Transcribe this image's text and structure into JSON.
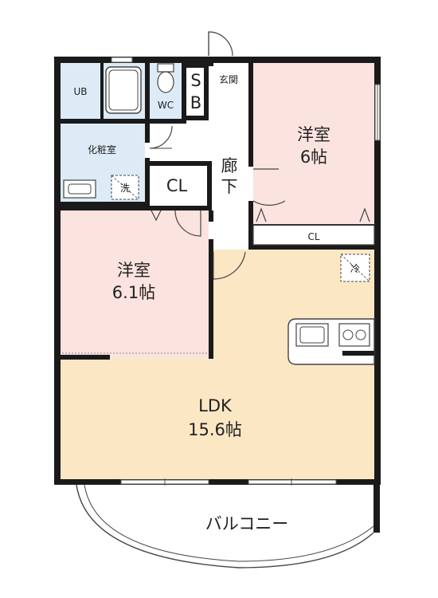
{
  "colors": {
    "wall": "#1a1a1a",
    "western_room": "#fbe3df",
    "ldk": "#fbe7c4",
    "wet_area": "#dcebf6",
    "floor_plain": "#ffffff"
  },
  "rooms": {
    "ub": "UB",
    "wc": "WC",
    "sb_s": "S",
    "sb_b": "B",
    "genkan": "玄関",
    "keshoushitsu": "化粧室",
    "sentaku": "洗",
    "cl_small": "CL",
    "rouka_1": "廊",
    "rouka_2": "下",
    "youshitsu_a_name": "洋室",
    "youshitsu_a_size": "6帖",
    "youshitsu_a_cl": "CL",
    "youshitsu_b_name": "洋室",
    "youshitsu_b_size": "6.1帖",
    "ldk_name": "LDK",
    "ldk_size": "15.6帖",
    "reizouko": "冷",
    "balcony": "バルコニー"
  }
}
